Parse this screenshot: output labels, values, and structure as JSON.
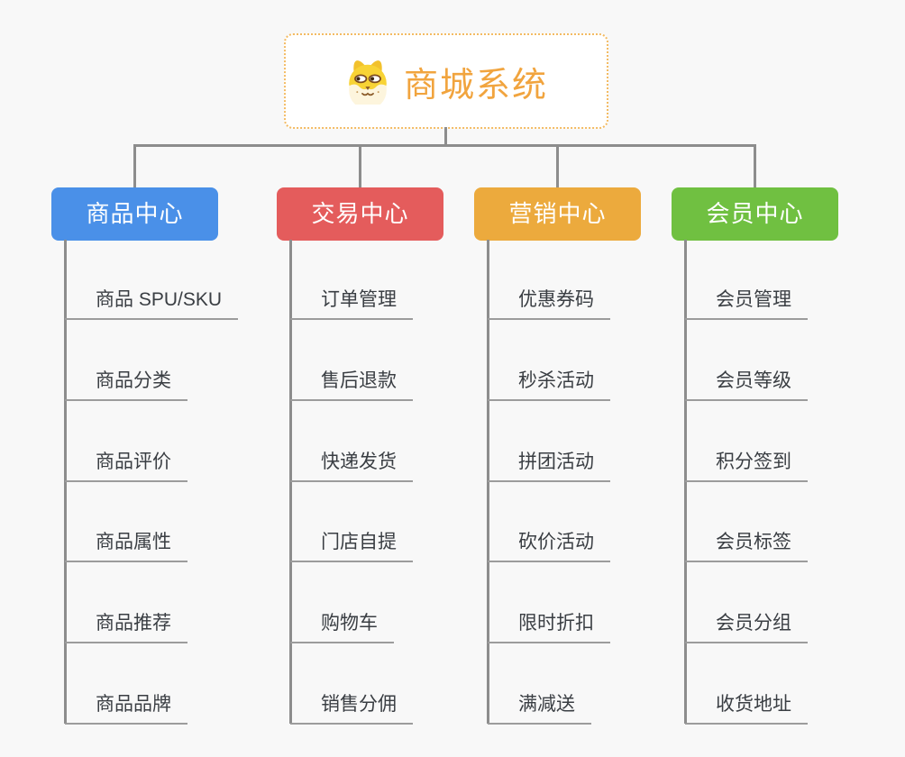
{
  "root": {
    "title": "商城系统",
    "icon": "dog-mascot-icon"
  },
  "branches": [
    {
      "label": "商品中心",
      "color": "#4a90e8",
      "children": [
        "商品 SPU/SKU",
        "商品分类",
        "商品评价",
        "商品属性",
        "商品推荐",
        "商品品牌"
      ]
    },
    {
      "label": "交易中心",
      "color": "#e45c5c",
      "children": [
        "订单管理",
        "售后退款",
        "快递发货",
        "门店自提",
        "购物车",
        "销售分佣"
      ]
    },
    {
      "label": "营销中心",
      "color": "#ecaa3d",
      "children": [
        "优惠券码",
        "秒杀活动",
        "拼团活动",
        "砍价活动",
        "限时折扣",
        "满减送"
      ]
    },
    {
      "label": "会员中心",
      "color": "#70c041",
      "children": [
        "会员管理",
        "会员等级",
        "积分签到",
        "会员标签",
        "会员分组",
        "收货地址"
      ]
    }
  ],
  "colors": {
    "background": "#f8f8f8",
    "connector": "#8d8d8d",
    "underline": "#9c9c9c",
    "leaf_text": "#3a3e43",
    "node_text": "#ffffff",
    "root_text": "#f1a43e",
    "root_border": "#f3bb63"
  }
}
